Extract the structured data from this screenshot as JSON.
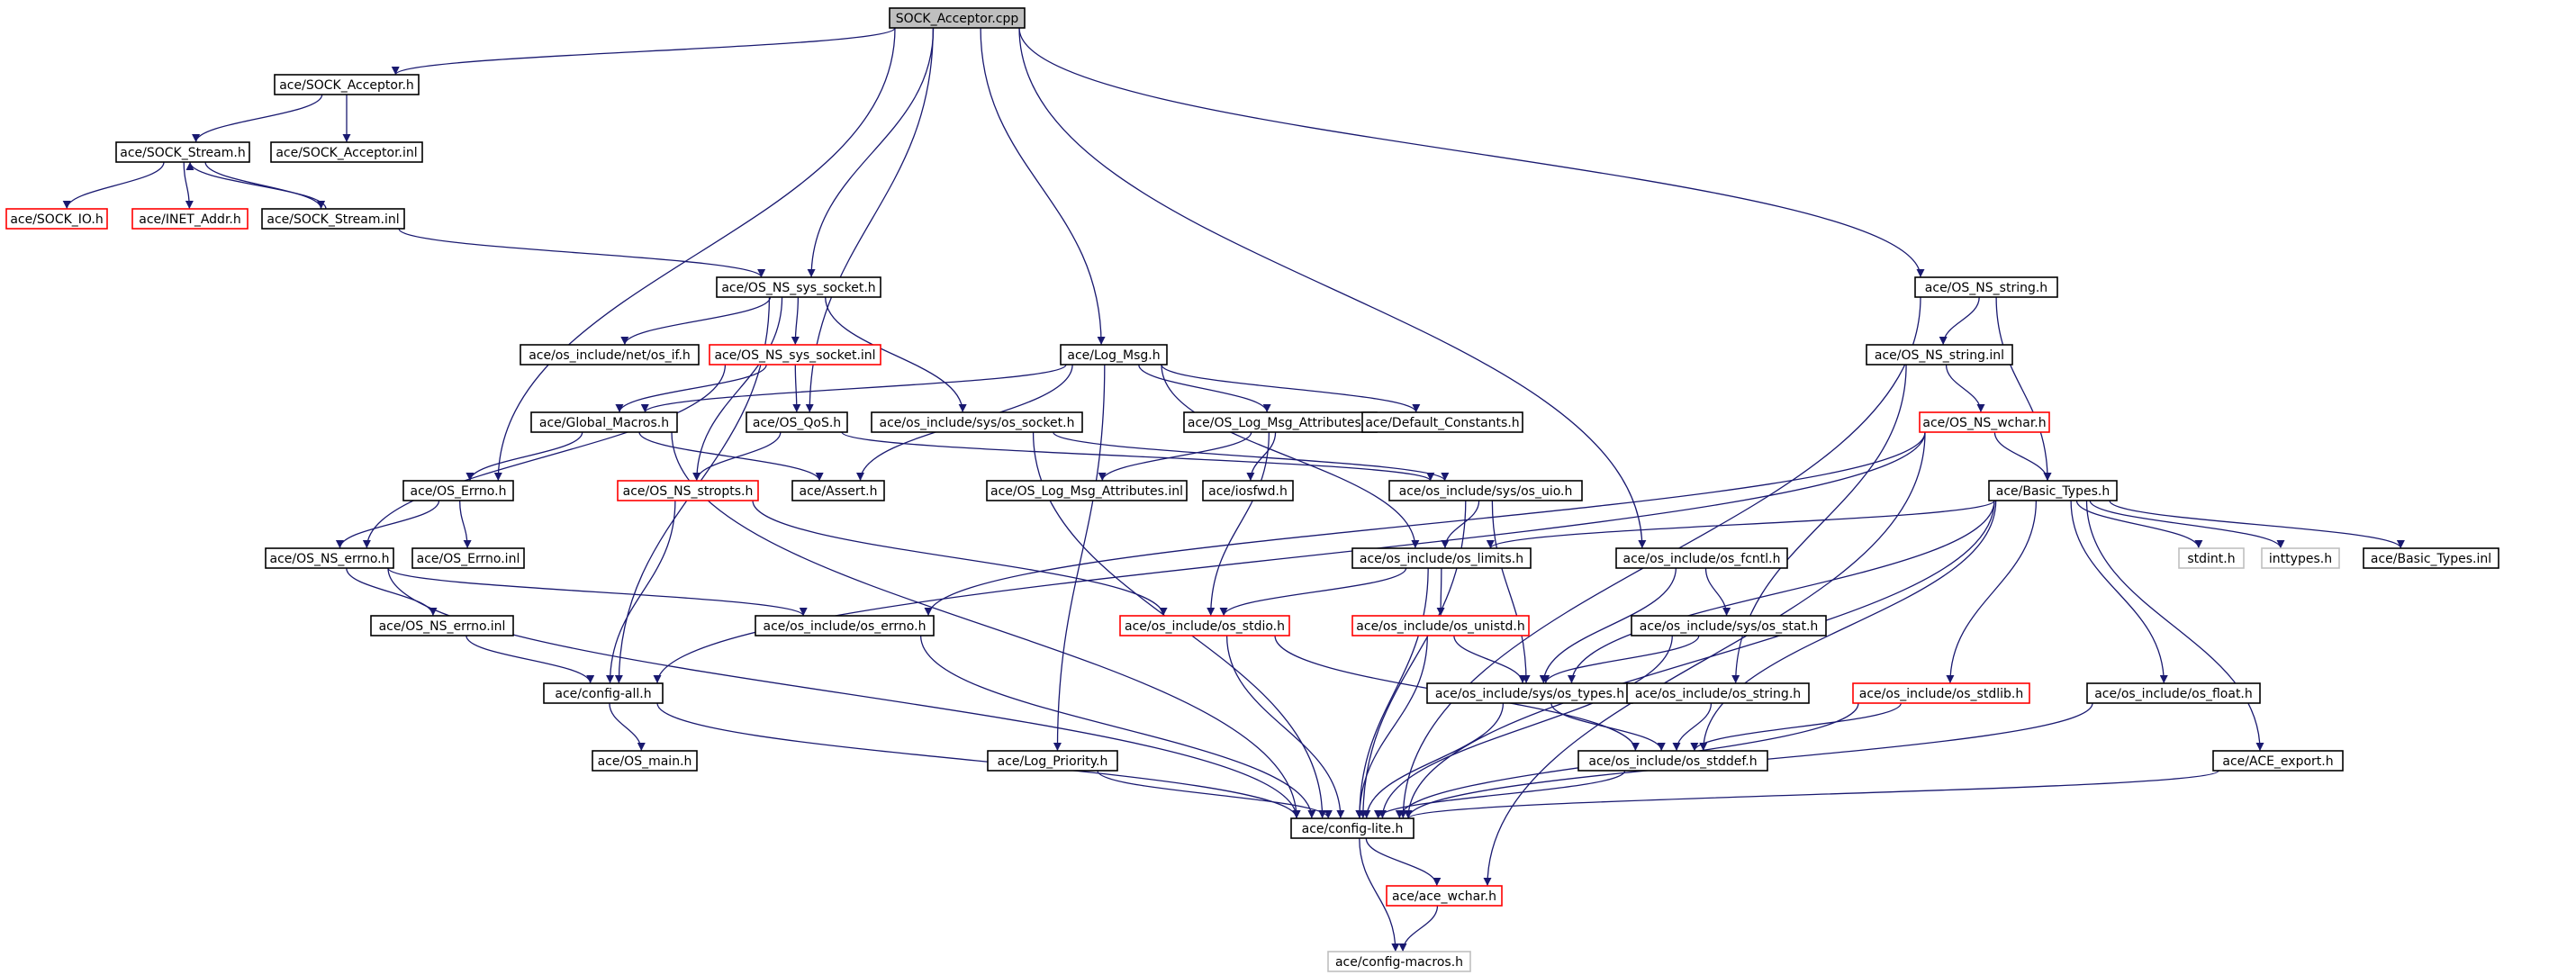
{
  "colors": {
    "edge": "#191970",
    "arrow": "#191970",
    "border_normal": "#000000",
    "border_missing": "#ff0000",
    "border_external": "#bfbfbf",
    "root_fill": "#bfbfbf",
    "fill": "#ffffff",
    "text": "#000000"
  },
  "nodes": [
    {
      "id": "root",
      "label": "SOCK_Acceptor.cpp",
      "kind": "root"
    },
    {
      "id": "sock_acceptor_h",
      "label": "ace/SOCK_Acceptor.h",
      "kind": "normal"
    },
    {
      "id": "sock_acceptor_inl",
      "label": "ace/SOCK_Acceptor.inl",
      "kind": "normal"
    },
    {
      "id": "sock_stream_h",
      "label": "ace/SOCK_Stream.h",
      "kind": "normal"
    },
    {
      "id": "sock_io_h",
      "label": "ace/SOCK_IO.h",
      "kind": "missing"
    },
    {
      "id": "inet_addr_h",
      "label": "ace/INET_Addr.h",
      "kind": "missing"
    },
    {
      "id": "sock_stream_inl",
      "label": "ace/SOCK_Stream.inl",
      "kind": "normal"
    },
    {
      "id": "os_ns_sys_socket_h",
      "label": "ace/OS_NS_sys_socket.h",
      "kind": "normal"
    },
    {
      "id": "os_ns_string_h",
      "label": "ace/OS_NS_string.h",
      "kind": "normal"
    },
    {
      "id": "os_include_net_os_if_h",
      "label": "ace/os_include/net/os_if.h",
      "kind": "normal"
    },
    {
      "id": "os_ns_sys_socket_inl",
      "label": "ace/OS_NS_sys_socket.inl",
      "kind": "missing"
    },
    {
      "id": "log_msg_h",
      "label": "ace/Log_Msg.h",
      "kind": "normal"
    },
    {
      "id": "os_ns_string_inl",
      "label": "ace/OS_NS_string.inl",
      "kind": "normal"
    },
    {
      "id": "global_macros_h",
      "label": "ace/Global_Macros.h",
      "kind": "normal"
    },
    {
      "id": "os_qos_h",
      "label": "ace/OS_QoS.h",
      "kind": "normal"
    },
    {
      "id": "os_include_sys_os_socket_h",
      "label": "ace/os_include/sys/os_socket.h",
      "kind": "normal"
    },
    {
      "id": "os_log_msg_attributes_h",
      "label": "ace/OS_Log_Msg_Attributes.h",
      "kind": "normal"
    },
    {
      "id": "default_constants_h",
      "label": "ace/Default_Constants.h",
      "kind": "normal"
    },
    {
      "id": "os_ns_wchar_h",
      "label": "ace/OS_NS_wchar.h",
      "kind": "missing"
    },
    {
      "id": "os_errno_h",
      "label": "ace/OS_Errno.h",
      "kind": "normal"
    },
    {
      "id": "os_ns_stropts_h",
      "label": "ace/OS_NS_stropts.h",
      "kind": "missing"
    },
    {
      "id": "assert_h",
      "label": "ace/Assert.h",
      "kind": "normal"
    },
    {
      "id": "os_log_msg_attributes_inl",
      "label": "ace/OS_Log_Msg_Attributes.inl",
      "kind": "normal"
    },
    {
      "id": "iosfwd_h",
      "label": "ace/iosfwd.h",
      "kind": "normal"
    },
    {
      "id": "os_include_sys_os_uio_h",
      "label": "ace/os_include/sys/os_uio.h",
      "kind": "normal"
    },
    {
      "id": "basic_types_h",
      "label": "ace/Basic_Types.h",
      "kind": "normal"
    },
    {
      "id": "os_ns_errno_h",
      "label": "ace/OS_NS_errno.h",
      "kind": "normal"
    },
    {
      "id": "os_errno_inl",
      "label": "ace/OS_Errno.inl",
      "kind": "normal"
    },
    {
      "id": "os_include_os_limits_h",
      "label": "ace/os_include/os_limits.h",
      "kind": "normal"
    },
    {
      "id": "os_include_os_fcntl_h",
      "label": "ace/os_include/os_fcntl.h",
      "kind": "normal"
    },
    {
      "id": "stdint_h",
      "label": "stdint.h",
      "kind": "external"
    },
    {
      "id": "inttypes_h",
      "label": "inttypes.h",
      "kind": "external"
    },
    {
      "id": "basic_types_inl",
      "label": "ace/Basic_Types.inl",
      "kind": "normal"
    },
    {
      "id": "os_ns_errno_inl",
      "label": "ace/OS_NS_errno.inl",
      "kind": "normal"
    },
    {
      "id": "os_include_os_errno_h",
      "label": "ace/os_include/os_errno.h",
      "kind": "normal"
    },
    {
      "id": "os_include_os_stdio_h",
      "label": "ace/os_include/os_stdio.h",
      "kind": "missing"
    },
    {
      "id": "os_include_os_unistd_h",
      "label": "ace/os_include/os_unistd.h",
      "kind": "missing"
    },
    {
      "id": "os_include_sys_os_stat_h",
      "label": "ace/os_include/sys/os_stat.h",
      "kind": "normal"
    },
    {
      "id": "config_all_h",
      "label": "ace/config-all.h",
      "kind": "normal"
    },
    {
      "id": "os_include_sys_os_types_h",
      "label": "ace/os_include/sys/os_types.h",
      "kind": "normal"
    },
    {
      "id": "os_include_os_string_h",
      "label": "ace/os_include/os_string.h",
      "kind": "normal"
    },
    {
      "id": "os_include_os_stdlib_h",
      "label": "ace/os_include/os_stdlib.h",
      "kind": "missing"
    },
    {
      "id": "os_include_os_float_h",
      "label": "ace/os_include/os_float.h",
      "kind": "normal"
    },
    {
      "id": "os_main_h",
      "label": "ace/OS_main.h",
      "kind": "normal"
    },
    {
      "id": "log_priority_h",
      "label": "ace/Log_Priority.h",
      "kind": "normal"
    },
    {
      "id": "os_include_os_stddef_h",
      "label": "ace/os_include/os_stddef.h",
      "kind": "normal"
    },
    {
      "id": "ace_export_h",
      "label": "ace/ACE_export.h",
      "kind": "normal"
    },
    {
      "id": "config_lite_h",
      "label": "ace/config-lite.h",
      "kind": "normal"
    },
    {
      "id": "ace_wchar_h",
      "label": "ace/ace_wchar.h",
      "kind": "missing"
    },
    {
      "id": "config_macros_h",
      "label": "ace/config-macros.h",
      "kind": "external"
    }
  ],
  "edges": [
    [
      "root",
      "sock_acceptor_h"
    ],
    [
      "root",
      "os_errno_h"
    ],
    [
      "root",
      "os_ns_sys_socket_h"
    ],
    [
      "root",
      "os_qos_h"
    ],
    [
      "root",
      "log_msg_h"
    ],
    [
      "root",
      "os_include_os_fcntl_h"
    ],
    [
      "root",
      "os_ns_string_h"
    ],
    [
      "sock_acceptor_h",
      "sock_stream_h"
    ],
    [
      "sock_acceptor_h",
      "sock_acceptor_inl"
    ],
    [
      "sock_stream_h",
      "sock_io_h"
    ],
    [
      "sock_stream_h",
      "inet_addr_h"
    ],
    [
      "sock_stream_h",
      "sock_stream_inl"
    ],
    [
      "sock_stream_inl",
      "sock_stream_h"
    ],
    [
      "sock_stream_inl",
      "os_ns_sys_socket_h"
    ],
    [
      "os_ns_sys_socket_h",
      "os_include_net_os_if_h"
    ],
    [
      "os_ns_sys_socket_h",
      "os_ns_sys_socket_inl"
    ],
    [
      "os_ns_sys_socket_h",
      "os_include_sys_os_socket_h"
    ],
    [
      "os_ns_sys_socket_h",
      "config_all_h"
    ],
    [
      "os_ns_sys_socket_h",
      "os_ns_stropts_h"
    ],
    [
      "os_ns_sys_socket_inl",
      "global_macros_h"
    ],
    [
      "os_ns_sys_socket_inl",
      "os_qos_h"
    ],
    [
      "os_ns_sys_socket_inl",
      "os_ns_errno_h"
    ],
    [
      "log_msg_h",
      "global_macros_h"
    ],
    [
      "log_msg_h",
      "assert_h"
    ],
    [
      "log_msg_h",
      "os_log_msg_attributes_h"
    ],
    [
      "log_msg_h",
      "default_constants_h"
    ],
    [
      "log_msg_h",
      "log_priority_h"
    ],
    [
      "log_msg_h",
      "os_include_os_limits_h"
    ],
    [
      "global_macros_h",
      "os_errno_h"
    ],
    [
      "global_macros_h",
      "assert_h"
    ],
    [
      "global_macros_h",
      "config_lite_h"
    ],
    [
      "os_qos_h",
      "os_ns_stropts_h"
    ],
    [
      "os_qos_h",
      "os_include_sys_os_uio_h"
    ],
    [
      "os_include_sys_os_socket_h",
      "os_include_sys_os_uio_h"
    ],
    [
      "os_include_sys_os_socket_h",
      "config_lite_h"
    ],
    [
      "os_log_msg_attributes_h",
      "os_log_msg_attributes_inl"
    ],
    [
      "os_log_msg_attributes_h",
      "iosfwd_h"
    ],
    [
      "os_log_msg_attributes_h",
      "os_include_os_stdio_h"
    ],
    [
      "os_ns_stropts_h",
      "config_all_h"
    ],
    [
      "os_ns_stropts_h",
      "os_include_os_stdio_h"
    ],
    [
      "os_errno_h",
      "os_ns_errno_h"
    ],
    [
      "os_errno_h",
      "os_errno_inl"
    ],
    [
      "os_ns_errno_h",
      "os_ns_errno_inl"
    ],
    [
      "os_ns_errno_h",
      "os_include_os_errno_h"
    ],
    [
      "os_ns_errno_h",
      "config_lite_h"
    ],
    [
      "os_ns_errno_inl",
      "config_all_h"
    ],
    [
      "config_all_h",
      "os_main_h"
    ],
    [
      "config_all_h",
      "config_lite_h"
    ],
    [
      "os_include_os_errno_h",
      "config_lite_h"
    ],
    [
      "os_ns_string_h",
      "os_ns_string_inl"
    ],
    [
      "os_ns_string_h",
      "basic_types_h"
    ],
    [
      "os_ns_string_h",
      "config_lite_h"
    ],
    [
      "os_ns_string_inl",
      "os_ns_wchar_h"
    ],
    [
      "os_ns_string_inl",
      "os_include_os_string_h"
    ],
    [
      "os_ns_wchar_h",
      "basic_types_h"
    ],
    [
      "os_ns_wchar_h",
      "os_include_os_errno_h"
    ],
    [
      "os_ns_wchar_h",
      "config_all_h"
    ],
    [
      "os_ns_wchar_h",
      "ace_wchar_h"
    ],
    [
      "basic_types_h",
      "os_include_os_limits_h"
    ],
    [
      "basic_types_h",
      "stdint_h"
    ],
    [
      "basic_types_h",
      "inttypes_h"
    ],
    [
      "basic_types_h",
      "basic_types_inl"
    ],
    [
      "basic_types_h",
      "os_include_os_stdlib_h"
    ],
    [
      "basic_types_h",
      "os_include_os_float_h"
    ],
    [
      "basic_types_h",
      "ace_export_h"
    ],
    [
      "basic_types_h",
      "os_include_sys_os_types_h"
    ],
    [
      "basic_types_h",
      "os_include_os_stddef_h"
    ],
    [
      "basic_types_h",
      "config_lite_h"
    ],
    [
      "os_include_sys_os_uio_h",
      "os_include_os_limits_h"
    ],
    [
      "os_include_sys_os_uio_h",
      "os_include_sys_os_types_h"
    ],
    [
      "os_include_sys_os_uio_h",
      "config_lite_h"
    ],
    [
      "os_include_os_limits_h",
      "os_include_os_stdio_h"
    ],
    [
      "os_include_os_limits_h",
      "os_include_os_unistd_h"
    ],
    [
      "os_include_os_limits_h",
      "config_lite_h"
    ],
    [
      "os_include_os_fcntl_h",
      "os_include_sys_os_stat_h"
    ],
    [
      "os_include_os_fcntl_h",
      "os_include_sys_os_types_h"
    ],
    [
      "os_include_os_unistd_h",
      "os_include_sys_os_types_h"
    ],
    [
      "os_include_os_unistd_h",
      "config_lite_h"
    ],
    [
      "os_include_sys_os_stat_h",
      "os_include_sys_os_types_h"
    ],
    [
      "os_include_sys_os_stat_h",
      "config_lite_h"
    ],
    [
      "os_include_os_stdio_h",
      "os_include_os_stddef_h"
    ],
    [
      "os_include_os_stdio_h",
      "config_lite_h"
    ],
    [
      "os_include_sys_os_types_h",
      "os_include_os_stddef_h"
    ],
    [
      "os_include_sys_os_types_h",
      "config_lite_h"
    ],
    [
      "os_include_os_string_h",
      "os_include_os_stddef_h"
    ],
    [
      "os_include_os_stdlib_h",
      "os_include_os_stddef_h"
    ],
    [
      "os_include_os_stdlib_h",
      "config_lite_h"
    ],
    [
      "os_include_os_float_h",
      "config_lite_h"
    ],
    [
      "ace_export_h",
      "config_lite_h"
    ],
    [
      "os_include_os_stddef_h",
      "config_lite_h"
    ],
    [
      "log_priority_h",
      "config_lite_h"
    ],
    [
      "config_lite_h",
      "ace_wchar_h"
    ],
    [
      "config_lite_h",
      "config_macros_h"
    ],
    [
      "ace_wchar_h",
      "config_macros_h"
    ]
  ]
}
